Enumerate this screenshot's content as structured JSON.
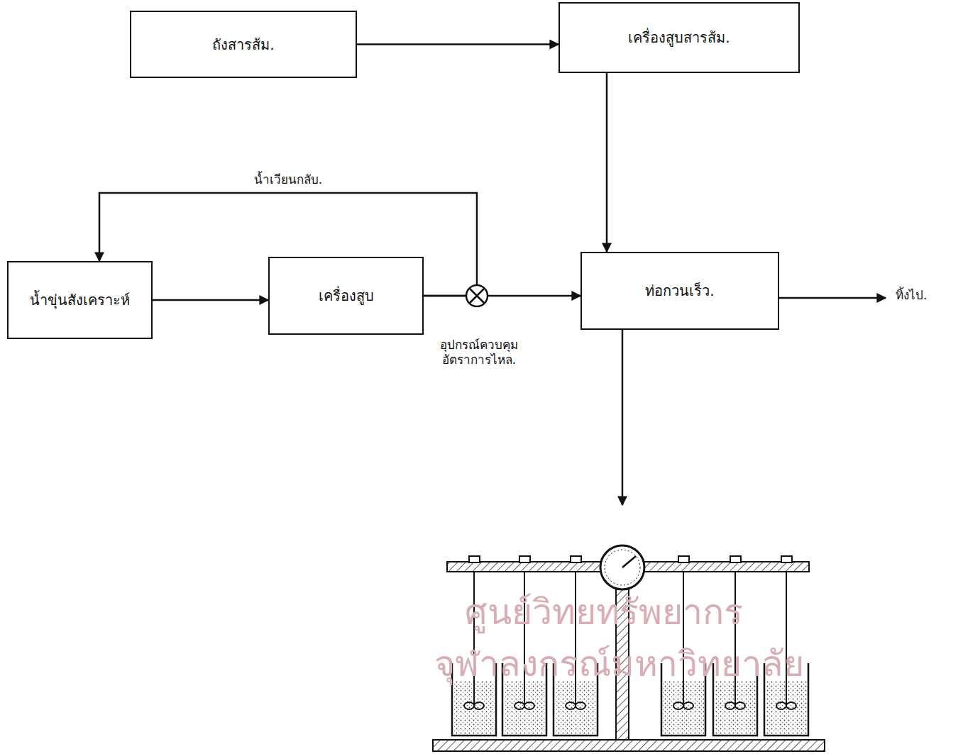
{
  "diagram": {
    "nodes": [
      {
        "text": [
          "ถังสารส้ม."
        ]
      },
      {
        "text": [
          "เครื่องสูบสารส้ม."
        ]
      },
      {
        "text": [
          "น้ำขุ่นสังเคราะห์"
        ]
      },
      {
        "text": [
          "เครื่องสูบ"
        ]
      },
      {
        "text": [
          "ท่อกวนเร็ว."
        ]
      }
    ],
    "edges": [
      {
        "from": 0,
        "to": 1,
        "arrow": "to"
      },
      {
        "from": 1,
        "to": 4,
        "arrow": "to"
      },
      {
        "from": 2,
        "to": 3,
        "arrow": "to"
      },
      {
        "from": 3,
        "to": 4,
        "arrow": "to"
      },
      {
        "from": 3,
        "to": 2,
        "label": "น้ำเวียนกลับ.",
        "arrow": "to"
      }
    ],
    "labels": [
      "อุปกรณ์ควบคุม อัตราการไหล.",
      "ทิ้งไป.",
      "ศูนย์วิทยทรัพยากร",
      "จุฬาลงกรณ์มหาวิทยาลัย"
    ]
  }
}
